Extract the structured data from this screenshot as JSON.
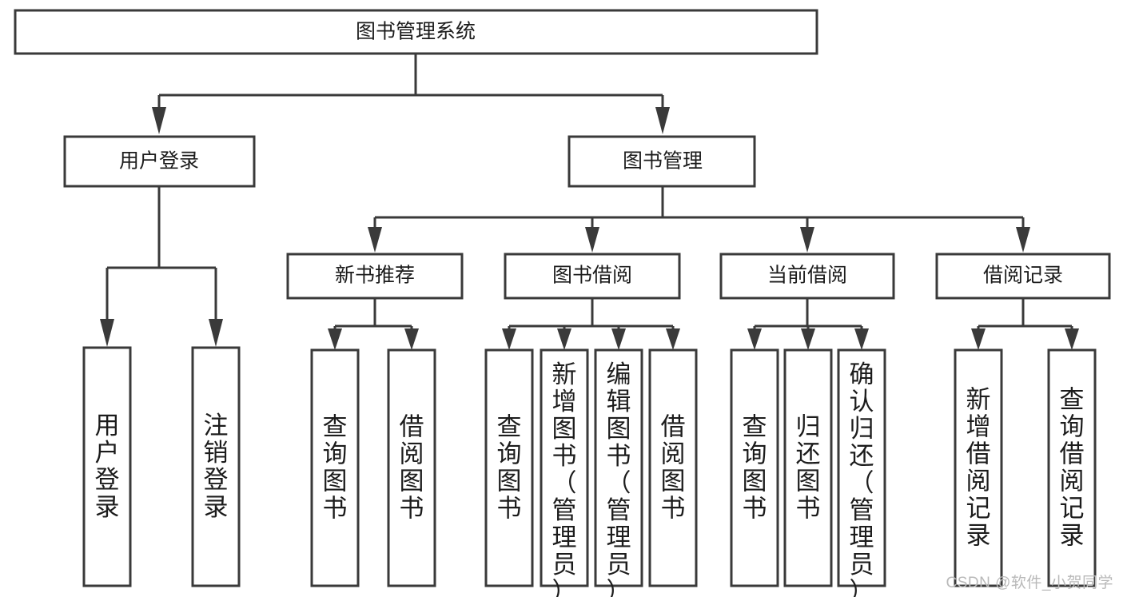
{
  "diagram": {
    "type": "tree",
    "title": "图书管理系统",
    "watermark": "CSDN @软件_小贺同学",
    "colors": {
      "stroke": "#3a3a3a",
      "fill": "#ffffff",
      "text": "#1c1c1c",
      "watermark": "#b9b9b9"
    },
    "nodes": {
      "root": {
        "label": "图书管理系统",
        "orientation": "horizontal"
      },
      "level1": [
        {
          "id": "user-login",
          "label": "用户登录",
          "orientation": "horizontal"
        },
        {
          "id": "book-manage",
          "label": "图书管理",
          "orientation": "horizontal"
        }
      ],
      "level2": [
        {
          "id": "new-book-recommend",
          "label": "新书推荐",
          "orientation": "horizontal"
        },
        {
          "id": "book-borrow",
          "label": "图书借阅",
          "orientation": "horizontal"
        },
        {
          "id": "current-borrow",
          "label": "当前借阅",
          "orientation": "horizontal"
        },
        {
          "id": "borrow-record",
          "label": "借阅记录",
          "orientation": "horizontal"
        }
      ],
      "leaves": [
        {
          "id": "leaf-user-login",
          "label": "用户登录",
          "parent": "user-login",
          "orientation": "vertical"
        },
        {
          "id": "leaf-logout",
          "label": "注销登录",
          "parent": "user-login",
          "orientation": "vertical"
        },
        {
          "id": "leaf-query-book-1",
          "label": "查询图书",
          "parent": "new-book-recommend",
          "orientation": "vertical"
        },
        {
          "id": "leaf-borrow-book-1",
          "label": "借阅图书",
          "parent": "new-book-recommend",
          "orientation": "vertical"
        },
        {
          "id": "leaf-query-book-2",
          "label": "查询图书",
          "parent": "book-borrow",
          "orientation": "vertical"
        },
        {
          "id": "leaf-add-book",
          "label": "新增图书（管理员）",
          "parent": "book-borrow",
          "orientation": "vertical"
        },
        {
          "id": "leaf-edit-book",
          "label": "编辑图书（管理员）",
          "parent": "book-borrow",
          "orientation": "vertical"
        },
        {
          "id": "leaf-borrow-book-2",
          "label": "借阅图书",
          "parent": "book-borrow",
          "orientation": "vertical"
        },
        {
          "id": "leaf-query-book-3",
          "label": "查询图书",
          "parent": "current-borrow",
          "orientation": "vertical"
        },
        {
          "id": "leaf-return-book",
          "label": "归还图书",
          "parent": "current-borrow",
          "orientation": "vertical"
        },
        {
          "id": "leaf-confirm-return",
          "label": "确认归还（管理员）",
          "parent": "current-borrow",
          "orientation": "vertical"
        },
        {
          "id": "leaf-add-record",
          "label": "新增借阅记录",
          "parent": "borrow-record",
          "orientation": "vertical"
        },
        {
          "id": "leaf-query-record",
          "label": "查询借阅记录",
          "parent": "borrow-record",
          "orientation": "vertical"
        }
      ]
    }
  }
}
